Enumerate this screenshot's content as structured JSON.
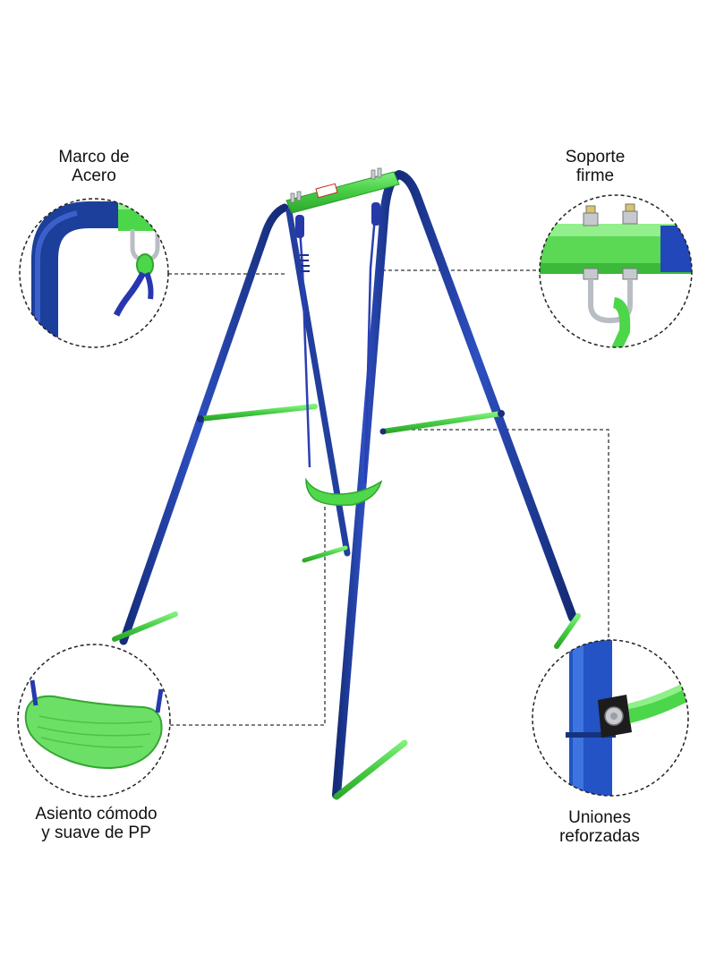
{
  "callouts": {
    "steel_frame": {
      "line1": "Marco de",
      "line2": "Acero"
    },
    "firm_support": {
      "line1": "Soporte",
      "line2": "firme"
    },
    "comfortable_seat": {
      "line1": "Asiento cómodo",
      "line2": "y suave de PP"
    },
    "reinforced_joints": {
      "line1": "Uniones",
      "line2": "reforzadas"
    }
  },
  "colors": {
    "frame_blue": "#1f3c9c",
    "accent_green": "#4cd64a",
    "rope_blue": "#2a3fb5",
    "metal": "#b8bcc2",
    "dashed_line": "#333333"
  }
}
